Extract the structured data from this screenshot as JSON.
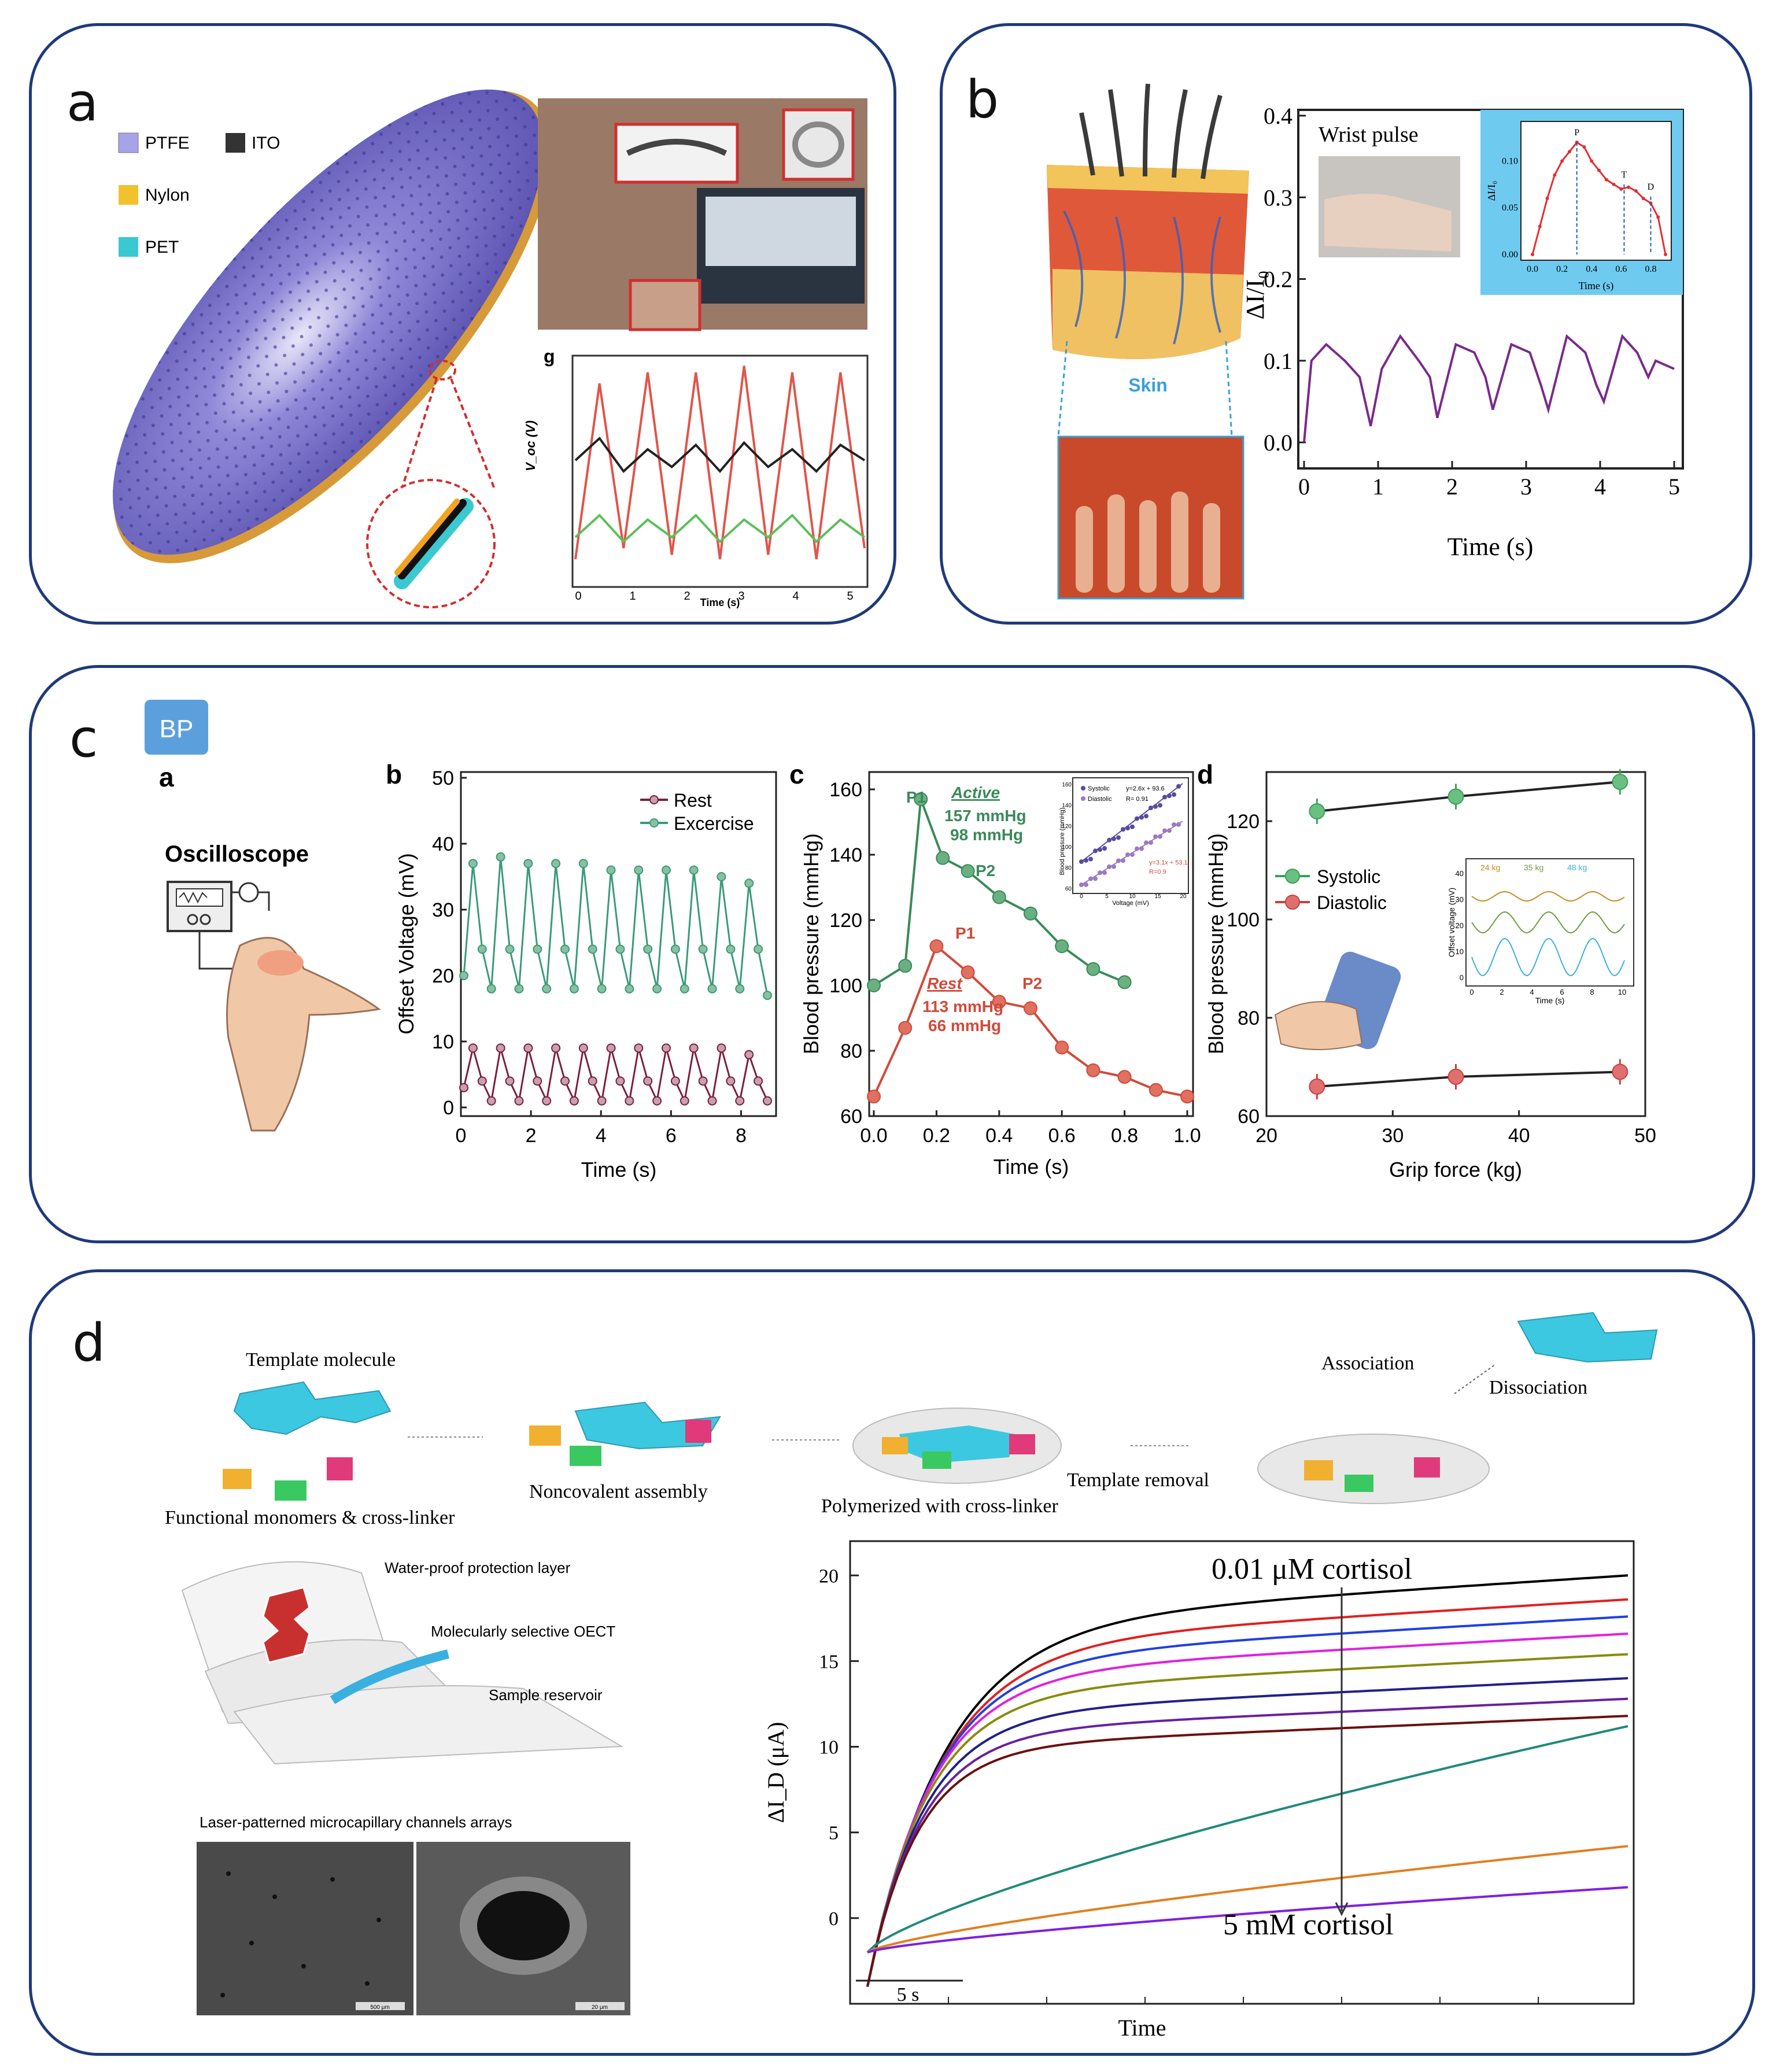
{
  "panels": {
    "a": {
      "label": "a",
      "legend": [
        "PTFE",
        "ITO",
        "Nylon",
        "PET"
      ],
      "inset_label": "g",
      "chart_data": {
        "type": "line",
        "xlabel": "Time (s)",
        "ylabel": "V_oc (V)",
        "xlim": [
          0,
          5
        ],
        "x_ticks": [
          "0",
          "1",
          "2",
          "3",
          "4",
          "5"
        ],
        "series": [
          {
            "color": "#e0554a",
            "values": [
              0.1,
              0.9,
              0.15,
              0.95,
              0.12,
              0.95,
              0.1,
              0.98,
              0.12,
              0.95,
              0.1,
              0.95,
              0.15
            ]
          },
          {
            "color": "#222222",
            "values": [
              0.55,
              0.65,
              0.5,
              0.6,
              0.52,
              0.62,
              0.5,
              0.63,
              0.52,
              0.6,
              0.5,
              0.62,
              0.55
            ]
          },
          {
            "color": "#5cbf5a",
            "values": [
              0.2,
              0.3,
              0.18,
              0.28,
              0.2,
              0.3,
              0.18,
              0.28,
              0.2,
              0.3,
              0.18,
              0.28,
              0.2
            ]
          }
        ]
      }
    },
    "b": {
      "label": "b",
      "skin_label": "Skin",
      "chart_data": {
        "type": "line",
        "xlabel": "Time (s)",
        "ylabel": "ΔI/I₀",
        "xlim": [
          0,
          5
        ],
        "ylim": [
          0,
          0.4
        ],
        "x_ticks": [
          "0",
          "1",
          "2",
          "3",
          "4",
          "5"
        ],
        "y_ticks": [
          "0.0",
          "0.1",
          "0.2",
          "0.3",
          "0.4"
        ],
        "series": [
          {
            "color": "#7a2a8a",
            "x": [
              0,
              0.1,
              0.3,
              0.55,
              0.75,
              0.9,
              1.05,
              1.3,
              1.55,
              1.7,
              1.8,
              2.05,
              2.3,
              2.45,
              2.55,
              2.8,
              3.05,
              3.2,
              3.3,
              3.55,
              3.8,
              3.95,
              4.05,
              4.3,
              4.5,
              4.65,
              4.75,
              5
            ],
            "values": [
              0.0,
              0.1,
              0.12,
              0.1,
              0.08,
              0.02,
              0.09,
              0.13,
              0.1,
              0.08,
              0.03,
              0.12,
              0.11,
              0.08,
              0.04,
              0.12,
              0.11,
              0.07,
              0.04,
              0.13,
              0.11,
              0.07,
              0.05,
              0.13,
              0.11,
              0.08,
              0.1,
              0.09
            ]
          }
        ],
        "inset": {
          "title": "Wrist pulse",
          "xlabel": "Time (s)",
          "ylabel": "ΔI/I₀",
          "x_ticks": [
            "0.0",
            "0.2",
            "0.4",
            "0.6",
            "0.8"
          ],
          "y_ticks": [
            "0.00",
            "0.05",
            "0.10"
          ],
          "annotations": [
            "P",
            "T",
            "D"
          ],
          "x": [
            0,
            0.05,
            0.1,
            0.15,
            0.2,
            0.25,
            0.3,
            0.35,
            0.4,
            0.45,
            0.5,
            0.55,
            0.6,
            0.65,
            0.7,
            0.75,
            0.8,
            0.85,
            0.9
          ],
          "values": [
            0.0,
            0.03,
            0.06,
            0.085,
            0.1,
            0.11,
            0.12,
            0.115,
            0.1,
            0.09,
            0.08,
            0.075,
            0.07,
            0.072,
            0.068,
            0.06,
            0.055,
            0.04,
            0.0
          ]
        }
      }
    },
    "c": {
      "label": "c",
      "badge": "BP",
      "sub_a": {
        "label": "a",
        "device": "Oscilloscope"
      },
      "charts": [
        {
          "label": "b",
          "type": "line",
          "xlabel": "Time (s)",
          "ylabel": "Offset Voltage (mV)",
          "xlim": [
            0,
            9
          ],
          "ylim": [
            0,
            50
          ],
          "x_ticks": [
            "0",
            "2",
            "4",
            "6",
            "8"
          ],
          "y_ticks": [
            "0",
            "10",
            "20",
            "30",
            "40",
            "50"
          ],
          "series": [
            {
              "name": "Rest",
              "color": "#7a1f3d",
              "values": [
                3,
                9,
                4,
                1,
                9,
                4,
                1,
                9,
                4,
                1,
                9,
                4,
                1,
                9,
                4,
                1,
                9,
                4,
                1,
                9,
                4,
                1,
                9,
                4,
                1,
                9,
                4,
                1,
                9,
                4,
                1,
                8,
                4,
                1
              ]
            },
            {
              "name": "Excercise",
              "color": "#3a9a7a",
              "values": [
                20,
                37,
                24,
                18,
                38,
                24,
                18,
                37,
                24,
                18,
                37,
                24,
                18,
                37,
                24,
                18,
                36,
                24,
                18,
                36,
                24,
                18,
                36,
                24,
                18,
                36,
                24,
                18,
                35,
                24,
                18,
                34,
                24,
                17
              ]
            }
          ]
        },
        {
          "label": "c",
          "type": "line",
          "xlabel": "Time (s)",
          "ylabel": "Blood pressure (mmHg)",
          "xlim": [
            0,
            1.0
          ],
          "ylim": [
            60,
            160
          ],
          "x_ticks": [
            "0.0",
            "0.2",
            "0.4",
            "0.6",
            "0.8",
            "1.0"
          ],
          "y_ticks": [
            "60",
            "80",
            "100",
            "120",
            "140",
            "160"
          ],
          "series": [
            {
              "name": "Active",
              "color": "#3a8a5a",
              "x": [
                0,
                0.1,
                0.15,
                0.22,
                0.3,
                0.4,
                0.5,
                0.6,
                0.7,
                0.8
              ],
              "values": [
                100,
                106,
                157,
                139,
                135,
                127,
                122,
                112,
                105,
                101
              ]
            },
            {
              "name": "Rest",
              "color": "#d04a3a",
              "x": [
                0,
                0.1,
                0.2,
                0.3,
                0.4,
                0.5,
                0.6,
                0.7,
                0.8,
                0.9,
                1.0
              ],
              "values": [
                66,
                87,
                112,
                104,
                95,
                93,
                81,
                74,
                72,
                68,
                66
              ]
            }
          ],
          "annotations": [
            "P1",
            "P2",
            "P1",
            "P2",
            "Active",
            "157 mmHg",
            "98 mmHg",
            "Rest",
            "113 mmHg",
            "66 mmHg"
          ],
          "inset": {
            "xlabel": "Voltage (mV)",
            "ylabel": "Blood pressure (mmHg)",
            "legend": [
              "Systolic",
              "Diastolic"
            ],
            "fit_labels": [
              "y=2.6x + 93.6",
              "R= 0.91",
              "y=3.1x + 53.1",
              "R=0.9"
            ],
            "x_ticks": [
              "0",
              "5",
              "10",
              "15",
              "20"
            ],
            "y_ticks": [
              "60",
              "80",
              "100",
              "120",
              "140",
              "160"
            ]
          }
        },
        {
          "label": "d",
          "type": "line",
          "xlabel": "Grip force (kg)",
          "ylabel": "Blood pressure (mmHg)",
          "xlim": [
            20,
            50
          ],
          "ylim": [
            60,
            130
          ],
          "x_ticks": [
            "20",
            "30",
            "40",
            "50"
          ],
          "y_ticks": [
            "60",
            "80",
            "100",
            "120"
          ],
          "series": [
            {
              "name": "Systolic",
              "color": "#3aa05a",
              "x": [
                24,
                35,
                48
              ],
              "values": [
                122,
                125,
                128
              ]
            },
            {
              "name": "Diastolic",
              "color": "#c84040",
              "x": [
                24,
                35,
                48
              ],
              "values": [
                66,
                68,
                69
              ]
            }
          ],
          "inset": {
            "xlabel": "Time (s)",
            "ylabel": "Offset voltage (mV)",
            "legend": [
              "24 kg",
              "35 kg",
              "48 kg"
            ],
            "x_ticks": [
              "0",
              "2",
              "4",
              "6",
              "8",
              "10"
            ],
            "y_ticks": [
              "0",
              "10",
              "20",
              "30",
              "40"
            ]
          }
        }
      ]
    },
    "d": {
      "label": "d",
      "scheme": {
        "template": "Template molecule",
        "monomers": "Functional monomers & cross-linker",
        "assembly": "Noncovalent assembly",
        "polymerized": "Polymerized with cross-linker",
        "removal": "Template removal",
        "association": "Association",
        "dissociation": "Dissociation"
      },
      "device": {
        "layer1": "Water-proof protection layer",
        "layer2": "Molecularly selective OECT",
        "layer3": "Sample reservoir",
        "layer4": "Laser-patterned microcapillary channels arrays",
        "scale1": "500 μm",
        "scale2": "20 μm"
      },
      "chart_data": {
        "type": "line",
        "xlabel": "Time",
        "ylabel": "ΔI_D (μA)",
        "y_ticks": [
          "0",
          "5",
          "10",
          "15",
          "20"
        ],
        "ylim": [
          -5,
          22
        ],
        "scale_bar": "5 s",
        "top_label": "0.01 μM cortisol",
        "bottom_label": "5 mM cortisol",
        "series": [
          {
            "color": "#000000",
            "plateau": 20
          },
          {
            "color": "#e02020",
            "plateau": 18.6
          },
          {
            "color": "#2040e0",
            "plateau": 17.6
          },
          {
            "color": "#e020e0",
            "plateau": 16.6
          },
          {
            "color": "#8a8a10",
            "plateau": 15.4
          },
          {
            "color": "#20208a",
            "plateau": 14.0
          },
          {
            "color": "#6a20a0",
            "plateau": 12.8
          },
          {
            "color": "#6a1010",
            "plateau": 11.8
          },
          {
            "color": "#208a7a",
            "plateau": 11.2
          },
          {
            "color": "#e08020",
            "plateau": 4.2
          },
          {
            "color": "#8020e0",
            "plateau": 1.8
          }
        ]
      }
    }
  }
}
